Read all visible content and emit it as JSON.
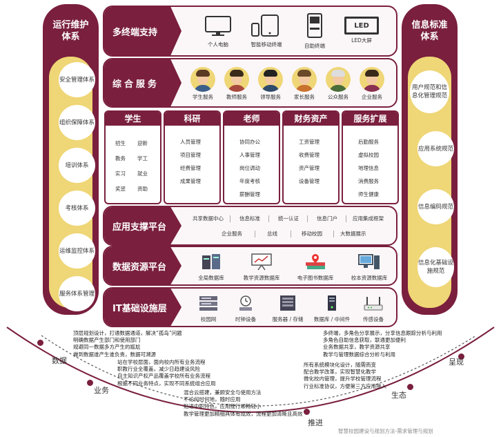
{
  "left_pillar": {
    "title": "运行维护体系",
    "items": [
      "安全管理体系",
      "组织保障体系",
      "培训体系",
      "考核体系",
      "运维监控体系",
      "服务体系管理"
    ]
  },
  "right_pillar": {
    "title": "信息标准体系",
    "items": [
      "用户规范和信息化管理规范",
      "应用系统规范",
      "信息编码规范",
      "信息化基础设施规范"
    ]
  },
  "terminals": {
    "title": "多终端支持",
    "devices": [
      "个人电脑",
      "智能移动终端",
      "自助终端",
      "LED大屏"
    ],
    "led_text": "LED"
  },
  "services": {
    "title": "综合服务",
    "items": [
      "学生服务",
      "教师服务",
      "领导服务",
      "家长服务",
      "公众服务",
      "企业服务"
    ]
  },
  "business": {
    "columns": [
      {
        "title": "学生",
        "items": [
          "招生",
          "迎新",
          "教务",
          "学工",
          "实习",
          "就业",
          "奖惩",
          "资助"
        ]
      },
      {
        "title": "科研",
        "items": [
          "人员管理",
          "项目管理",
          "经费管理",
          "成果管理"
        ]
      },
      {
        "title": "老师",
        "items": [
          "协同办公",
          "人事管理",
          "岗位调动",
          "年度考核",
          "薪酬管理"
        ]
      },
      {
        "title": "财务资产",
        "items": [
          "工资管理",
          "收费管理",
          "资产管理",
          "设备管理"
        ]
      },
      {
        "title": "服务扩展",
        "items": [
          "后勤服务",
          "虚拟校园",
          "地理信息",
          "消费服务",
          "师生健康"
        ]
      }
    ]
  },
  "app_support": {
    "title": "应用支撑平台",
    "row1": [
      "共享数据中心",
      "信息标准",
      "统一认证",
      "信息门户",
      "应用集成框架"
    ],
    "row2": [
      "企业服务",
      "总线",
      "移动校园",
      "大数据展示"
    ]
  },
  "data_platform": {
    "title": "数据资源平台",
    "items": [
      "全局数据库",
      "教学资源数据库",
      "电子图书数据库",
      "校本资源数据库"
    ]
  },
  "infrastructure": {
    "title": "IT基础设施层",
    "items": [
      "校园网",
      "时钟设备",
      "服务器 / 存储",
      "数据库 / 中间件",
      "传感设备"
    ]
  },
  "bottom": {
    "block1": [
      "顶层规划设计，打通数据通道，解决“孤岛”问题",
      "明确数据产生部门和使用部门",
      "规避同一数据多方产生的尴尬",
      "做到数据谁产生谁负责，数据可溯源"
    ],
    "block2": [
      "站在学校层面，面向校内所有业务流程",
      "职教行业全覆盖，减少日趋建设风险",
      "自主知识产权产品覆盖学校所有业务流程",
      "根据不同业务特点，实现不同系统组合应用"
    ],
    "block3": [
      "混合云搭建，兼顾安全与使用方法",
      "不论何时何地，随时应用",
      "贴进中职特色，应用推行顺畅轻小",
      "教学管理更加精细具体有成效，流程更加清晰且高效"
    ],
    "block4": [
      "所有系统模块化设计，随需而变",
      "配合教学改革，实现智慧化教学",
      "微化校内管理，提升学校管理流程",
      "行业标准协议，方便第三方应用接入"
    ],
    "block5": [
      "多终端，多角色分享展示，分享信息跟踪分析与利用",
      "多角色自助信息获取，联通更加便利",
      "业务数据共享，教学资源共享",
      "教学与管理数据综合分析与利用"
    ],
    "milestones": [
      "数据",
      "业务",
      "推进",
      "生态",
      "呈现"
    ],
    "footer": "智慧校园建设与规划方法-需求管理与规划"
  }
}
